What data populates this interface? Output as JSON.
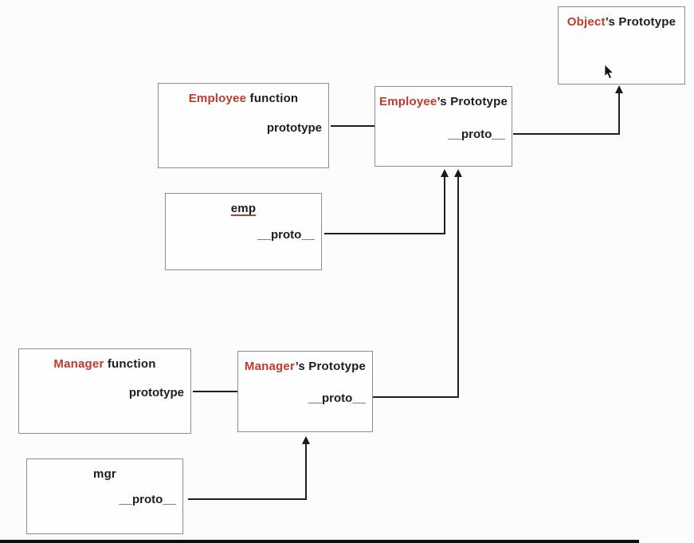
{
  "diagram": {
    "accent_color": "#c0392b",
    "line_color": "#1f1f1f",
    "nodes": {
      "object_prototype": {
        "name": "Object",
        "suffix": "’s Prototype"
      },
      "employee_function": {
        "name": "Employee",
        "suffix": " function",
        "member": "prototype"
      },
      "employee_prototype": {
        "name": "Employee",
        "suffix": "’s Prototype",
        "member": "__proto__"
      },
      "emp": {
        "title": "emp",
        "member": "__proto__"
      },
      "manager_function": {
        "name": "Manager",
        "suffix": " function",
        "member": "prototype"
      },
      "manager_prototype": {
        "name": "Manager",
        "suffix": "’s Prototype",
        "member": "__proto__"
      },
      "mgr": {
        "title": "mgr",
        "member": "__proto__"
      }
    }
  }
}
